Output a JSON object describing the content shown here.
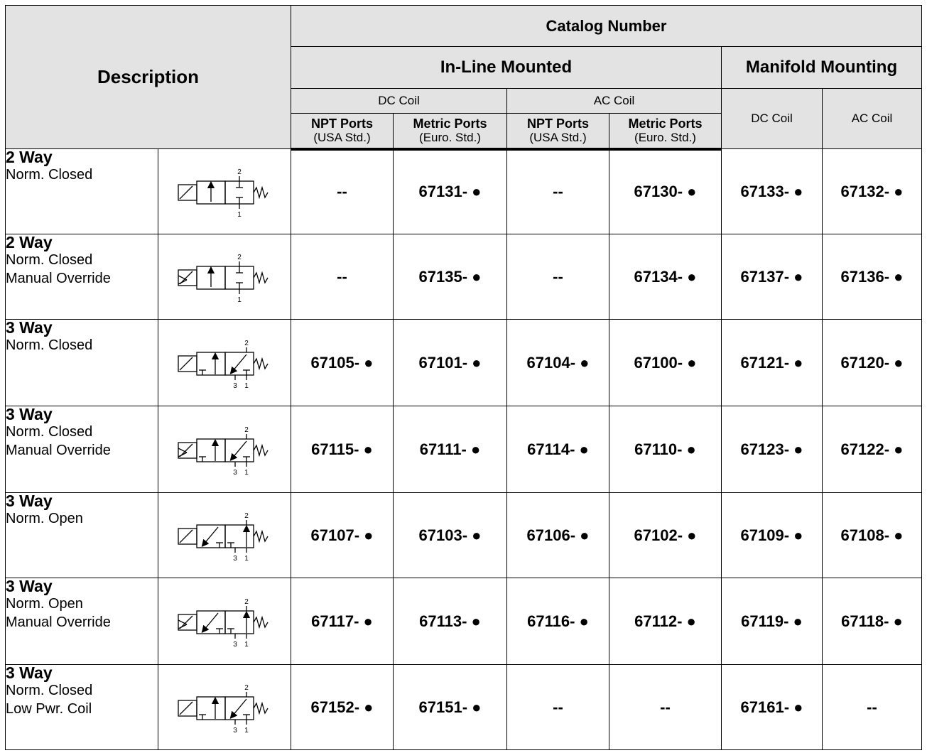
{
  "header": {
    "description": "Description",
    "catalog_number": "Catalog Number",
    "inline_mounted": "In-Line Mounted",
    "manifold_mounting": "Manifold Mounting",
    "inline_dc_coil": "DC Coil",
    "inline_ac_coil": "AC Coil",
    "manifold_dc_coil": "DC Coil",
    "manifold_ac_coil": "AC Coil",
    "npt_ports": "NPT Ports",
    "npt_std": "(USA Std.)",
    "metric_ports": "Metric Ports",
    "metric_std": "(Euro. Std.)"
  },
  "rows": [
    {
      "way": "2 Way",
      "lines": [
        "Norm. Closed"
      ],
      "symbol": "2-way-nc-valve-symbol",
      "values": [
        "--",
        "67131- ●",
        "--",
        "67130- ●",
        "67133- ●",
        "67132- ●"
      ]
    },
    {
      "way": "2 Way",
      "lines": [
        "Norm. Closed",
        "Manual Override"
      ],
      "symbol": "2-way-nc-manual-valve-symbol",
      "values": [
        "--",
        "67135- ●",
        "--",
        "67134- ●",
        "67137- ●",
        "67136- ●"
      ]
    },
    {
      "way": "3 Way",
      "lines": [
        "Norm. Closed"
      ],
      "symbol": "3-way-nc-valve-symbol",
      "values": [
        "67105- ●",
        "67101- ●",
        "67104- ●",
        "67100- ●",
        "67121- ●",
        "67120- ●"
      ]
    },
    {
      "way": "3 Way",
      "lines": [
        "Norm. Closed",
        "Manual Override"
      ],
      "symbol": "3-way-nc-manual-valve-symbol",
      "values": [
        "67115- ●",
        "67111- ●",
        "67114- ●",
        "67110- ●",
        "67123- ●",
        "67122- ●"
      ]
    },
    {
      "way": "3 Way",
      "lines": [
        "Norm. Open"
      ],
      "symbol": "3-way-no-valve-symbol",
      "values": [
        "67107- ●",
        "67103- ●",
        "67106- ●",
        "67102- ●",
        "67109- ●",
        "67108- ●"
      ]
    },
    {
      "way": "3 Way",
      "lines": [
        "Norm. Open",
        "Manual Override"
      ],
      "symbol": "3-way-no-manual-valve-symbol",
      "values": [
        "67117- ●",
        "67113- ●",
        "67116- ●",
        "67112- ●",
        "67119- ●",
        "67118- ●"
      ]
    },
    {
      "way": "3 Way",
      "lines": [
        "Norm. Closed",
        "Low Pwr. Coil"
      ],
      "symbol": "3-way-nc-low-power-valve-symbol",
      "values": [
        "67152- ●",
        "67151- ●",
        "--",
        "--",
        "67161- ●",
        "--"
      ]
    }
  ],
  "symbol_labels": {
    "port_1": "1",
    "port_2": "2",
    "port_3": "3"
  }
}
